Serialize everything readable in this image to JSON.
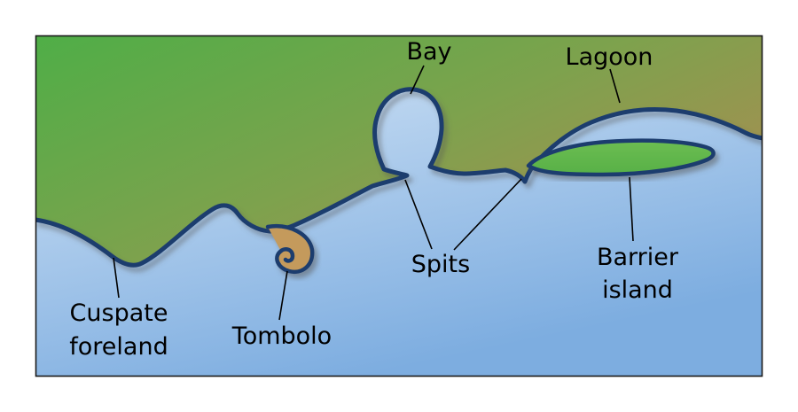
{
  "diagram": {
    "labels": {
      "bay": "Bay",
      "lagoon": "Lagoon",
      "cuspate_foreland_line1": "Cuspate",
      "cuspate_foreland_line2": "foreland",
      "tombolo": "Tombolo",
      "spits": "Spits",
      "barrier_island_line1": "Barrier",
      "barrier_island_line2": "island"
    }
  },
  "colors": {
    "background": "#ffffff",
    "border": "#1a1a1a",
    "land_green": "#4fae47",
    "land_brown": "#a78e51",
    "sea_light": "#d9e8f7",
    "sea_deep": "#7dade0",
    "coastline": "#1c3e6e",
    "sand": "#c49a5c",
    "island_green": "#57b047",
    "shadow": "#555555",
    "text": "#000000"
  }
}
